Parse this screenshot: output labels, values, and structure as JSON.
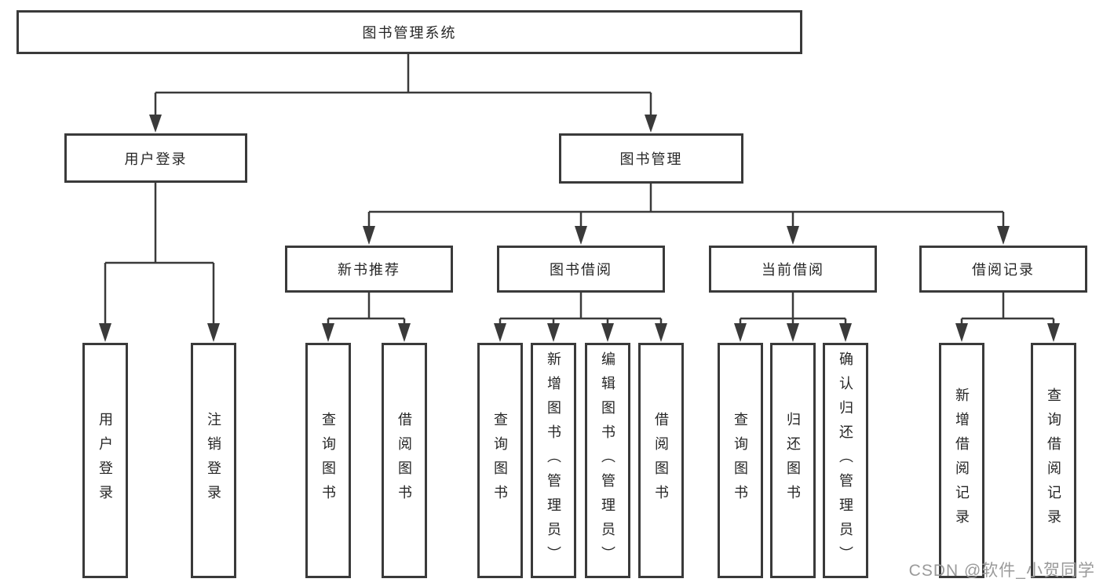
{
  "diagram": {
    "root_label": "图书管理系统",
    "level2": [
      {
        "label": "用户登录",
        "children": [
          "用户登录",
          "注销登录"
        ]
      },
      {
        "label": "图书管理"
      }
    ],
    "level3": [
      {
        "label": "新书推荐",
        "children": [
          "查询图书",
          "借阅图书"
        ]
      },
      {
        "label": "图书借阅",
        "children": [
          "查询图书",
          "新增图书（管理员）",
          "编辑图书（管理员）",
          "借阅图书"
        ]
      },
      {
        "label": "当前借阅",
        "children": [
          "查询图书",
          "归还图书",
          "确认归还（管理员）"
        ]
      },
      {
        "label": "借阅记录",
        "children": [
          "新增借阅记录",
          "查询借阅记录"
        ]
      }
    ]
  },
  "watermark": {
    "text": "CSDN @软件_小贺同学"
  },
  "colors": {
    "line": "#3a3a3a",
    "text": "#262626",
    "watermark": "#9a9a9a",
    "background": "#ffffff"
  }
}
